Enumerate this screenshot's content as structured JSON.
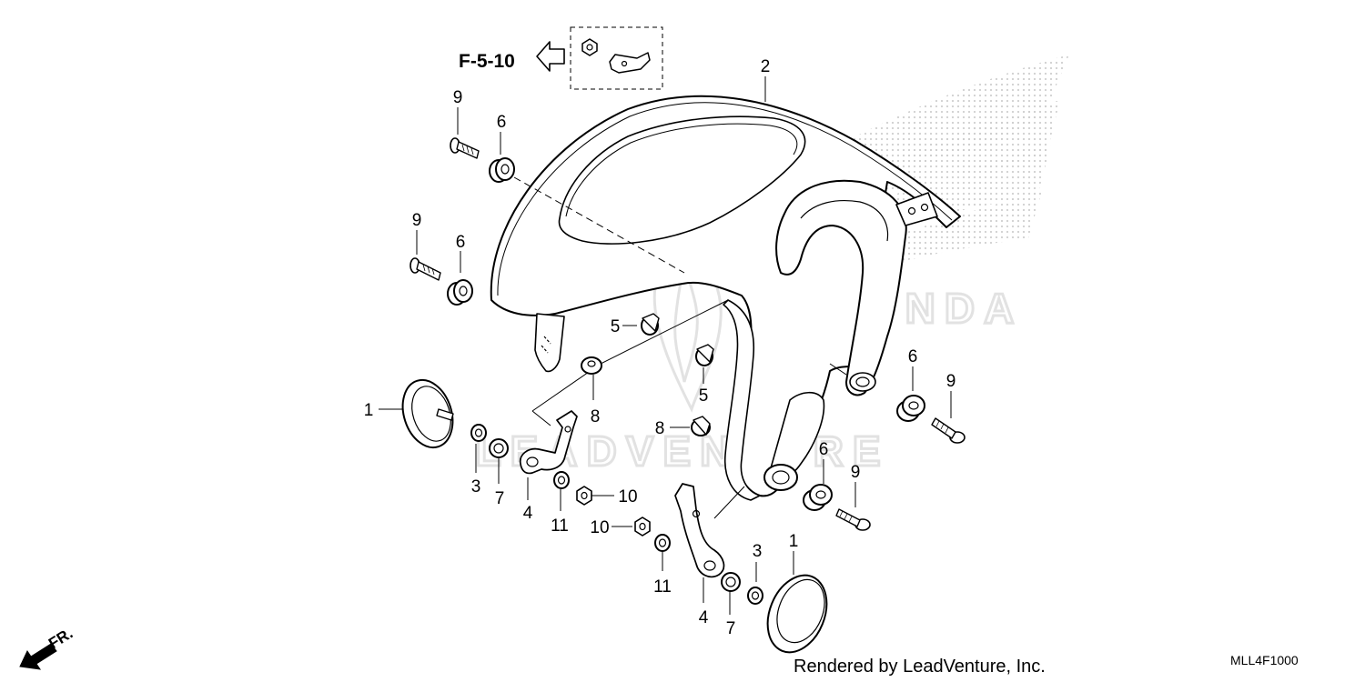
{
  "reference": {
    "label": "F-5-10",
    "icon": "arrow-left-outline-icon"
  },
  "callouts": {
    "c2": "2",
    "c9a": "9",
    "c6a": "6",
    "c9b": "9",
    "c6b": "6",
    "c5a": "5",
    "c5b": "5",
    "c8a": "8",
    "c8b": "8",
    "c1a": "1",
    "c3a": "3",
    "c7a": "7",
    "c4a": "4",
    "c11a": "11",
    "c10a": "10",
    "c10b": "10",
    "c11b": "11",
    "c4b": "4",
    "c7b": "7",
    "c3b": "3",
    "c1b": "1",
    "c6c": "6",
    "c9c": "9",
    "c6d": "6",
    "c9d": "9"
  },
  "direction": {
    "label": "FR.",
    "icon": "front-direction-arrow-icon"
  },
  "watermarks": {
    "brand": "HONDA",
    "dealer": "LEADVENTURE"
  },
  "footer": {
    "credit": "Rendered by LeadVenture, Inc.",
    "code": "MLL4F1000"
  },
  "colors": {
    "line": "#000000",
    "watermark": "#e2e2e2",
    "background": "#ffffff"
  }
}
